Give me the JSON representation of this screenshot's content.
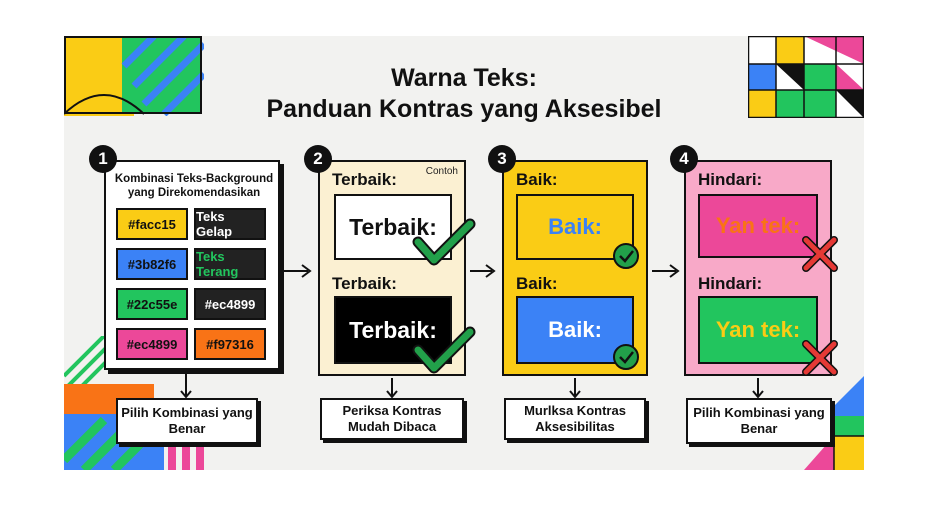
{
  "title": {
    "line1": "Warna Teks:",
    "line2": "Panduan Kontras yang Aksesibel"
  },
  "steps": [
    {
      "number": "1",
      "heading": "Kombinasi Teks-Background yang Direkomendasikan",
      "swatches": [
        {
          "label": "#facc15",
          "bg": "#facc15",
          "fg": "#111111"
        },
        {
          "label": "Teks Gelap",
          "bg": "#222222",
          "fg": "#ffffff"
        },
        {
          "label": "#3b82f6",
          "bg": "#3b82f6",
          "fg": "#111111"
        },
        {
          "label": "Teks Terang",
          "bg": "#222222",
          "fg": "#22c55e"
        },
        {
          "label": "#22c55e",
          "bg": "#22c55e",
          "fg": "#111111"
        },
        {
          "label": "#ec4899",
          "bg": "#222222",
          "fg": "#ffffff"
        },
        {
          "label": "#ec4899",
          "bg": "#ec4899",
          "fg": "#111111"
        },
        {
          "label": "#f97316",
          "bg": "#f97316",
          "fg": "#111111"
        }
      ],
      "footer": "Pilih Kombinasi yang Benar"
    },
    {
      "number": "2",
      "corner_note": "Contoh",
      "examples": [
        {
          "label": "Terbaik:",
          "sample": "Terbaik:",
          "bg": "#ffffff",
          "fg": "#111111"
        },
        {
          "label": "Terbaik:",
          "sample": "Terbaik:",
          "bg": "#000000",
          "fg": "#ffffff"
        }
      ],
      "footer": "Periksa Kontras Mudah Dibaca"
    },
    {
      "number": "3",
      "examples": [
        {
          "label": "Baik:",
          "sample": "Baik:",
          "bg": "#facc15",
          "fg": "#3b82f6"
        },
        {
          "label": "Baik:",
          "sample": "Baik:",
          "bg": "#3b82f6",
          "fg": "#ffffff"
        }
      ],
      "footer": "Murlksa Kontras Aksesibilitas"
    },
    {
      "number": "4",
      "examples": [
        {
          "label": "Hindari:",
          "sample": "Yan tek:",
          "bg": "#ec4899",
          "fg": "#f97316"
        },
        {
          "label": "Hindari:",
          "sample": "Yan tek:",
          "bg": "#22c55e",
          "fg": "#facc15"
        }
      ],
      "footer": "Pilih Kombinasi yang Benar"
    }
  ],
  "colors": {
    "yellow": "#facc15",
    "blue": "#3b82f6",
    "green": "#22c55e",
    "pink": "#ec4899",
    "orange": "#f97316",
    "dark": "#111111",
    "check": "#22a04a",
    "cross": "#e53935"
  }
}
